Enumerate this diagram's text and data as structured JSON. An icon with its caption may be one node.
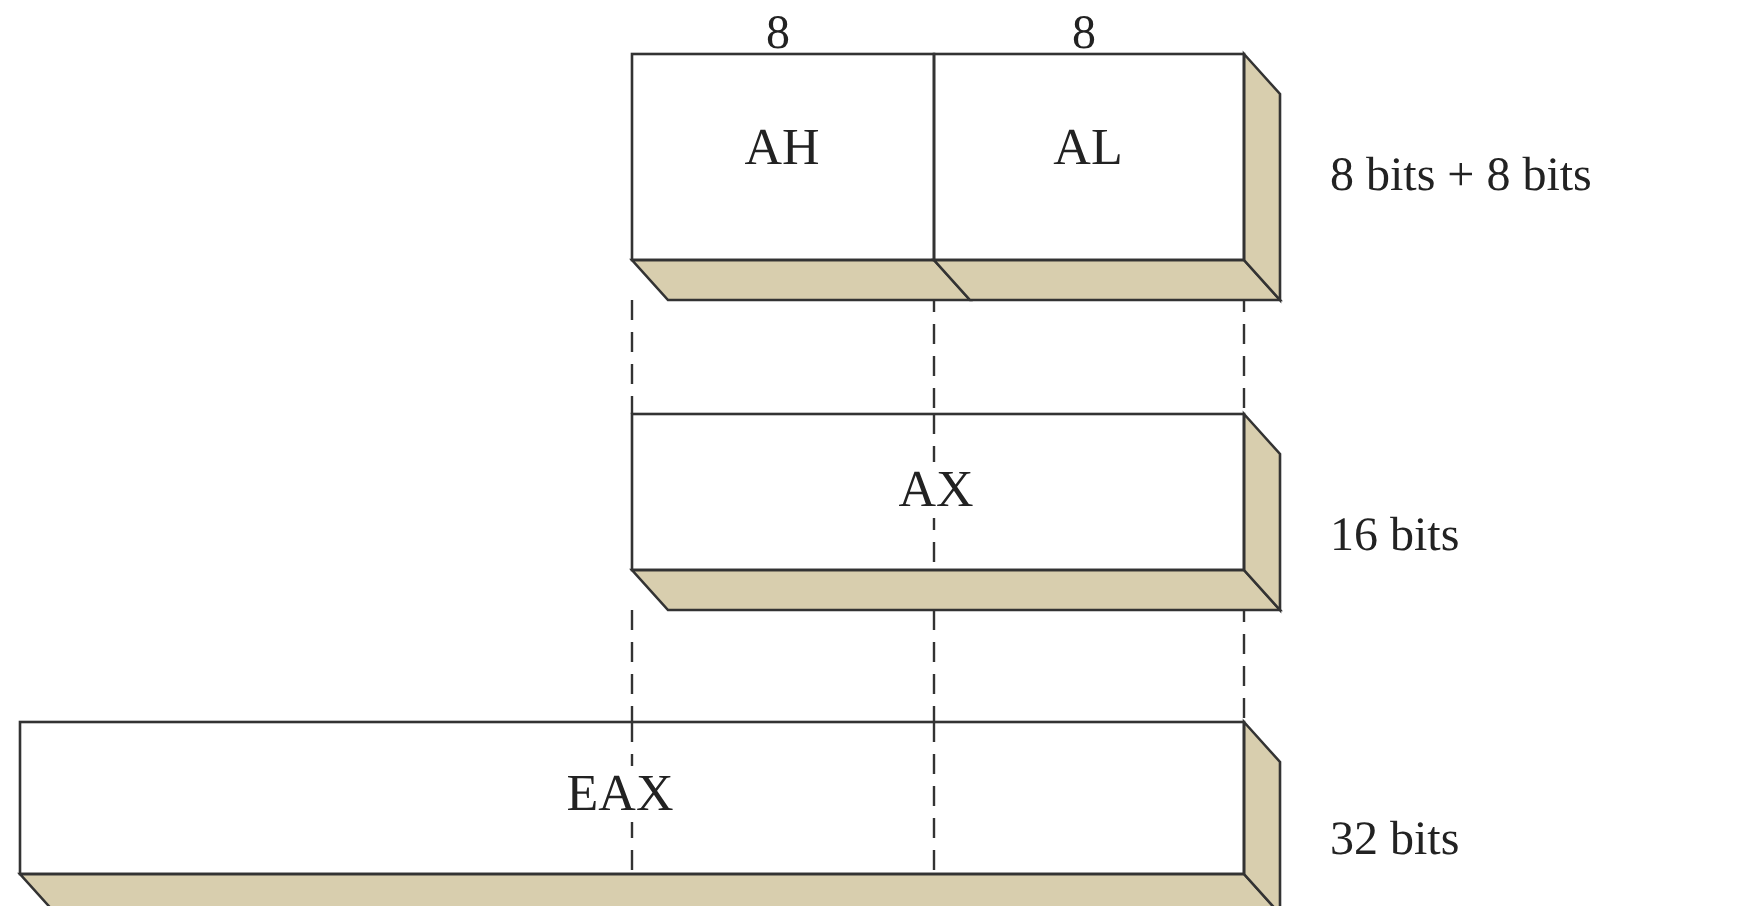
{
  "diagram": {
    "nodes": [
      {
        "text": [
          "AH"
        ],
        "beside": [
          "8"
        ]
      },
      {
        "text": [
          "AL"
        ],
        "beside": [
          "8",
          "8 bits + 8 bits"
        ]
      },
      {
        "text": [
          "AX"
        ],
        "beside": [
          "16 bits"
        ]
      },
      {
        "text": [
          "EAX"
        ],
        "beside": [
          "32 bits"
        ]
      }
    ],
    "edges": [
      {
        "from": 0,
        "to": 2,
        "arrow": "none",
        "style": "dashed"
      },
      {
        "from": 0,
        "to": 2,
        "arrow": "none",
        "style": "dashed"
      },
      {
        "from": 1,
        "to": 2,
        "arrow": "none",
        "style": "dashed"
      },
      {
        "from": 2,
        "to": 3,
        "arrow": "none",
        "style": "dashed"
      },
      {
        "from": 2,
        "to": 3,
        "arrow": "none",
        "style": "dashed"
      },
      {
        "from": 2,
        "to": 3,
        "arrow": "none",
        "style": "dashed"
      }
    ]
  }
}
